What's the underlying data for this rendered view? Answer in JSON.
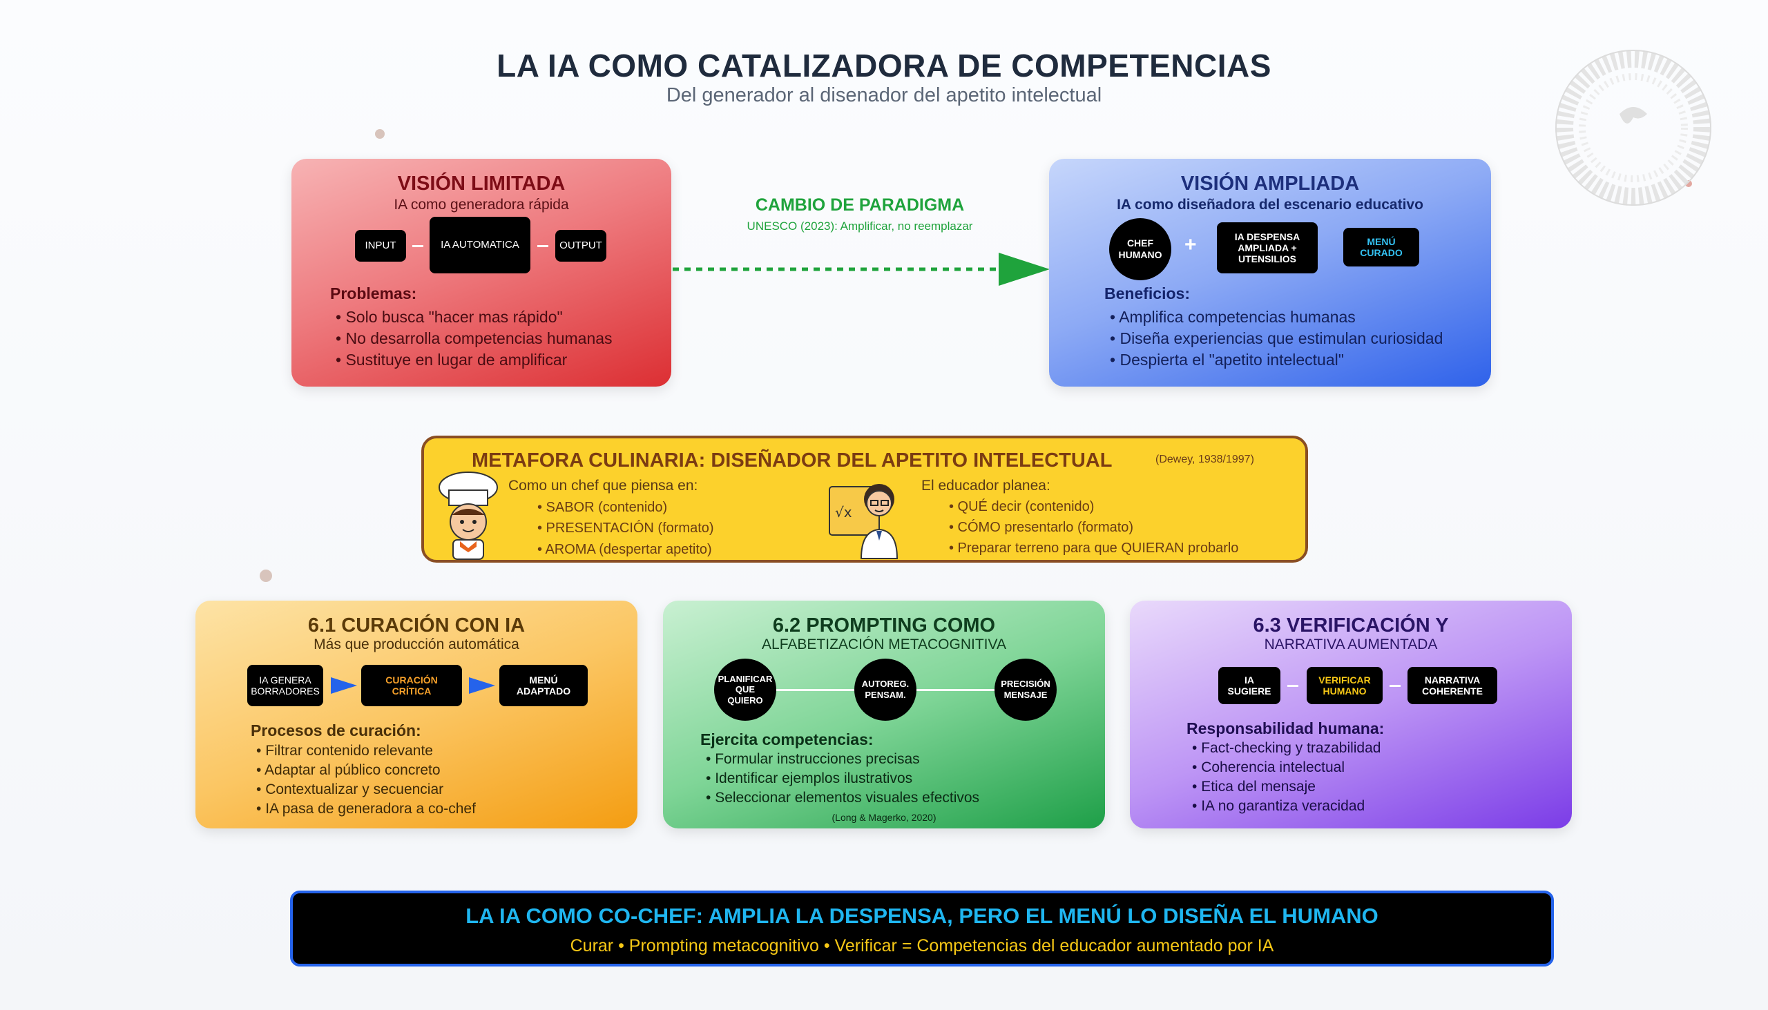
{
  "header": {
    "title": "LA IA COMO CATALIZADORA DE COMPETENCIAS",
    "subtitle": "Del generador al disenador del apetito intelectual"
  },
  "vision_limitada": {
    "title": "VISIÓN LIMITADA",
    "subtitle": "IA como generadora rápida",
    "flow": [
      "INPUT",
      "IA AUTOMATICA",
      "OUTPUT"
    ],
    "problems_heading": "Problemas:",
    "problems": [
      "Solo busca \"hacer mas rápido\"",
      "No desarrolla competencias humanas",
      "Sustituye en lugar de amplificar"
    ]
  },
  "paradigm": {
    "title": "CAMBIO DE PARADIGMA",
    "subtitle": "UNESCO (2023): Amplificar, no reemplazar"
  },
  "vision_ampliada": {
    "title": "VISIÓN AMPLIADA",
    "subtitle": "IA como diseñadora del escenario educativo",
    "chef": "CHEF HUMANO",
    "plus": "+",
    "despensa": "IA DESPENSA AMPLIADA + UTENSILIOS",
    "menu": "MENÚ CURADO",
    "benefits_heading": "Beneficios:",
    "benefits": [
      "Amplifica competencias humanas",
      "Diseña experiencias que estimulan curiosidad",
      "Despierta el \"apetito intelectual\""
    ]
  },
  "metaphor": {
    "title": "METAFORA CULINARIA: DISEÑADOR DEL APETITO INTELECTUAL",
    "citation": "(Dewey, 1938/1997)",
    "chef_intro": "Como un chef que piensa en:",
    "chef_items": [
      "• SABOR (contenido)",
      "• PRESENTACIÓN (formato)",
      "• AROMA (despertar apetito)"
    ],
    "educator_intro": "El educador planea:",
    "educator_items": [
      "• QUÉ decir (contenido)",
      "• CÓMO presentarlo (formato)",
      "• Preparar terreno para que QUIERAN probarlo"
    ]
  },
  "curacion": {
    "title": "6.1 CURACIÓN CON IA",
    "subtitle": "Más que producción automática",
    "flow": [
      "IA GENERA BORRADORES",
      "CURACIÓN CRÍTICA",
      "MENÚ ADAPTADO"
    ],
    "heading": "Procesos de curación:",
    "items": [
      "Filtrar contenido relevante",
      "Adaptar al público concreto",
      "Contextualizar y secuenciar",
      "IA pasa de generadora a co-chef"
    ]
  },
  "prompting": {
    "title": "6.2 PROMPTING COMO",
    "subtitle": "ALFABETIZACIÓN METACOGNITIVA",
    "flow": [
      "PLANIFICAR QUE QUIERO",
      "AUTOREG. PENSAM.",
      "PRECISIÓN MENSAJE"
    ],
    "heading": "Ejercita competencias:",
    "items": [
      "Formular instrucciones precisas",
      "Identificar ejemplos ilustrativos",
      "Seleccionar elementos visuales efectivos"
    ],
    "citation": "(Long & Magerko, 2020)"
  },
  "verificacion": {
    "title": "6.3 VERIFICACIÓN Y",
    "subtitle": "NARRATIVA AUMENTADA",
    "flow": [
      "IA SUGIERE",
      "VERIFICAR HUMANO",
      "NARRATIVA COHERENTE"
    ],
    "heading": "Responsabilidad humana:",
    "items": [
      "Fact-checking y trazabilidad",
      "Coherencia intelectual",
      "Etica del mensaje",
      "IA no garantiza veracidad"
    ]
  },
  "banner": {
    "title": "LA IA COMO CO-CHEF: AMPLIA LA DESPENSA, PERO EL MENÚ LO DISEÑA EL HUMANO",
    "subtitle": "Curar • Prompting metacognitivo • Verificar = Competencias del educador aumentado por IA"
  },
  "colors": {
    "red_card": "#dc2f33",
    "blue_card": "#2f62ea",
    "paradigm_green": "#1fa33c",
    "metaphor_yellow": "#fcd12c",
    "curacion_orange": "#f49d12",
    "prompting_green": "#1e9f48",
    "verificacion_purple": "#7b3ce7",
    "banner_cyan": "#1fb6f0",
    "banner_yellow": "#f7c816"
  }
}
